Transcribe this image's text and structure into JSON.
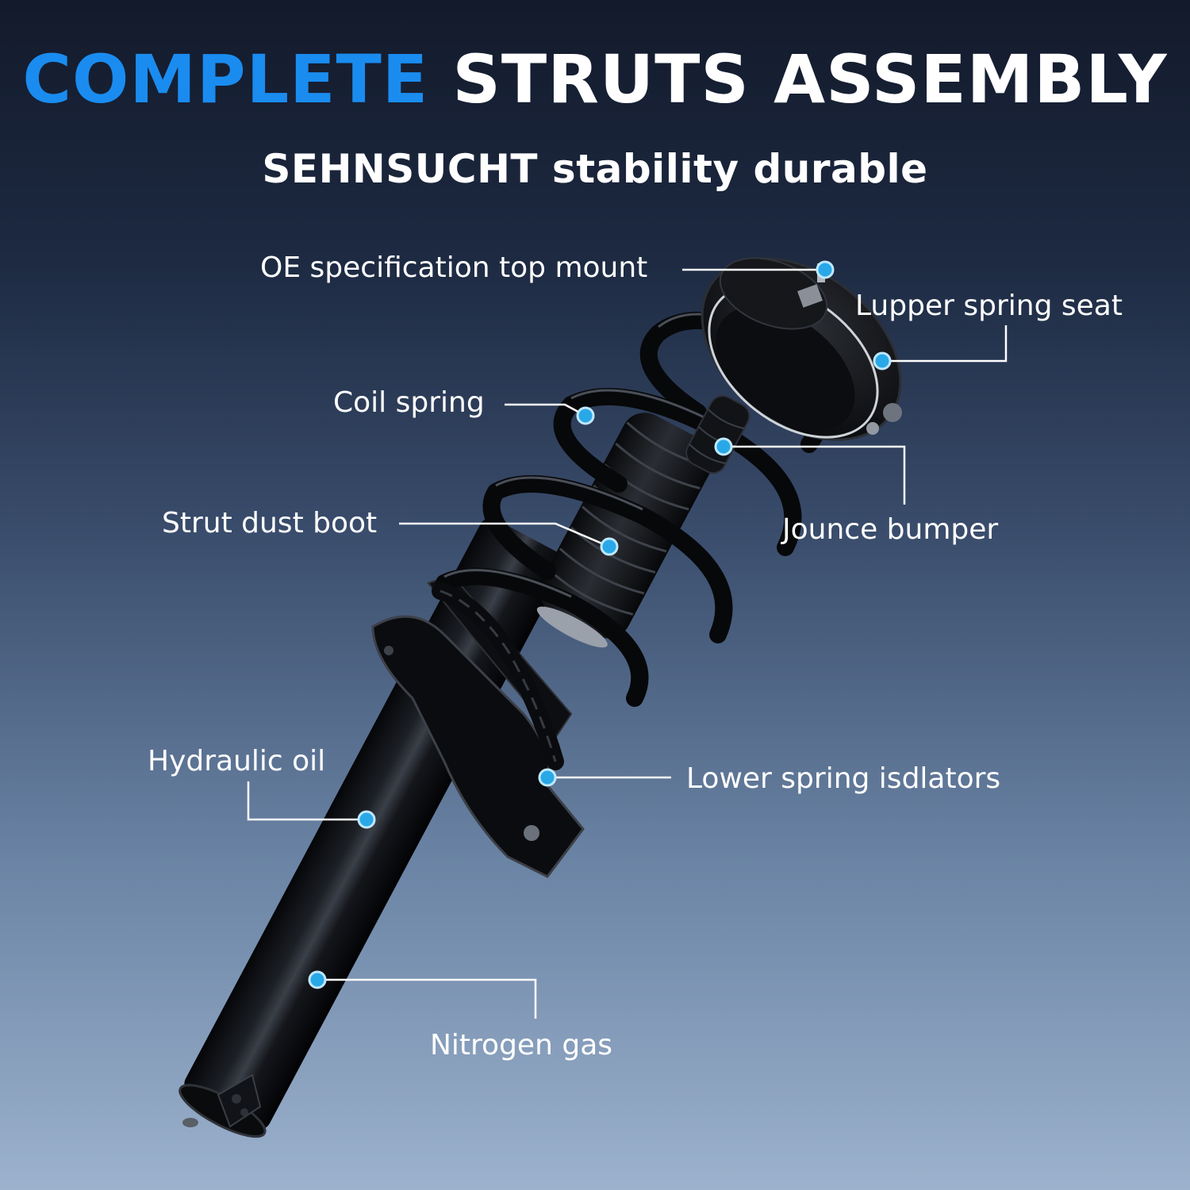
{
  "header": {
    "title_accent": "COMPLETE",
    "title_rest": "STRUTS ASSEMBLY",
    "subtitle": "SEHNSUCHT stability durable"
  },
  "callouts": {
    "top_mount": "OE specification top mount",
    "upper_spring_seat": "Lupper spring seat",
    "coil_spring": "Coil spring",
    "jounce_bumper": "Jounce bumper",
    "strut_dust_boot": "Strut dust boot",
    "hydraulic_oil": "Hydraulic oil",
    "lower_spring_isolators": "Lower spring isdlators",
    "nitrogen_gas": "Nitrogen gas"
  },
  "colors": {
    "title_accent": "#1a8cf0",
    "title_text": "#ffffff",
    "marker": "#29a8e8",
    "background_top": "#131a2b",
    "background_bottom": "#9cb2cd"
  }
}
